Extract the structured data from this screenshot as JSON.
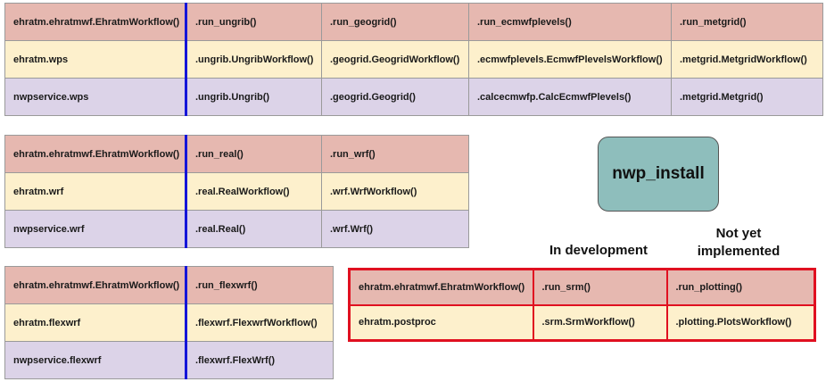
{
  "table_wps": {
    "rows": [
      [
        "ehratm.ehratmwf.EhratmWorkflow()",
        ".run_ungrib()",
        ".run_geogrid()",
        ".run_ecmwfplevels()",
        ".run_metgrid()"
      ],
      [
        "ehratm.wps",
        ".ungrib.UngribWorkflow()",
        ".geogrid.GeogridWorkflow()",
        ".ecmwfplevels.EcmwfPlevelsWorkflow()",
        ".metgrid.MetgridWorkflow()"
      ],
      [
        "nwpservice.wps",
        ".ungrib.Ungrib()",
        ".geogrid.Geogrid()",
        ".calcecmwfp.CalcEcmwfPlevels()",
        ".metgrid.Metgrid()"
      ]
    ]
  },
  "table_wrf": {
    "rows": [
      [
        "ehratm.ehratmwf.EhratmWorkflow()",
        ".run_real()",
        ".run_wrf()"
      ],
      [
        "ehratm.wrf",
        ".real.RealWorkflow()",
        ".wrf.WrfWorkflow()"
      ],
      [
        "nwpservice.wrf",
        ".real.Real()",
        ".wrf.Wrf()"
      ]
    ]
  },
  "table_flexwrf": {
    "rows": [
      [
        "ehratm.ehratmwf.EhratmWorkflow()",
        ".run_flexwrf()"
      ],
      [
        "ehratm.flexwrf",
        ".flexwrf.FlexwrfWorkflow()"
      ],
      [
        "nwpservice.flexwrf",
        ".flexwrf.FlexWrf()"
      ]
    ]
  },
  "table_postproc": {
    "rows": [
      [
        "ehratm.ehratmwf.EhratmWorkflow()",
        ".run_srm()",
        ".run_plotting()"
      ],
      [
        "ehratm.postproc",
        ".srm.SrmWorkflow()",
        ".plotting.PlotsWorkflow()"
      ]
    ]
  },
  "nwp_install_label": "nwp_install",
  "in_development_label": "In development",
  "not_yet_label_line1": "Not yet",
  "not_yet_label_line2": "implemented",
  "colors": {
    "row1": "#e6b8b0",
    "row2": "#fdf0cc",
    "row3": "#dcd3e8",
    "separator": "#1515d8",
    "highlight_border": "#e01020",
    "install_box": "#8ebebc"
  }
}
